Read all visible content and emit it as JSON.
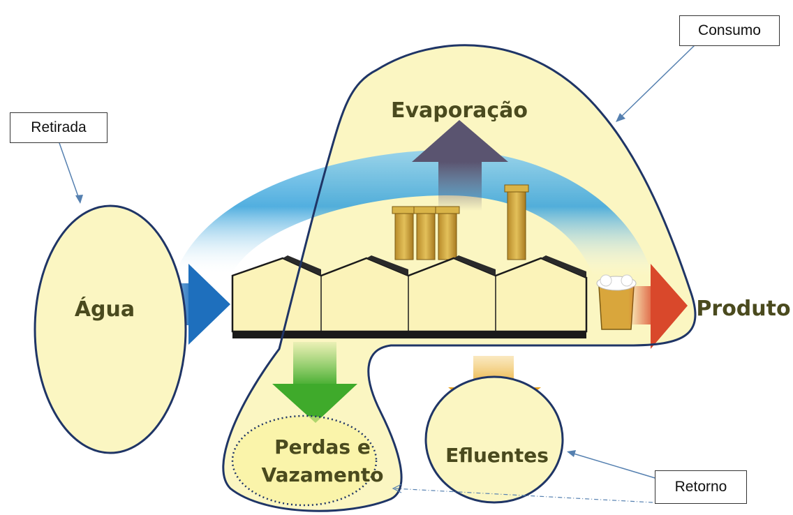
{
  "diagram": {
    "labels": {
      "agua": "Água",
      "evaporacao": "Evaporação",
      "produto": "Produto",
      "perdas_line1": "Perdas e",
      "perdas_line2": "Vazamento",
      "efluentes": "Efluentes"
    },
    "callouts": {
      "retirada": "Retirada",
      "consumo": "Consumo",
      "retorno": "Retorno"
    },
    "colors": {
      "highlight_fill": "#fbf6c2",
      "outline": "#1f3566",
      "water_arrow": "#2f7fc4",
      "evaporation_arrow": "#5a5470",
      "product_arrow": "#d9482b",
      "losses_arrow": "#55b83a",
      "effluent_arrow": "#e6a21f",
      "factory_fill": "#fbf3b9"
    }
  }
}
